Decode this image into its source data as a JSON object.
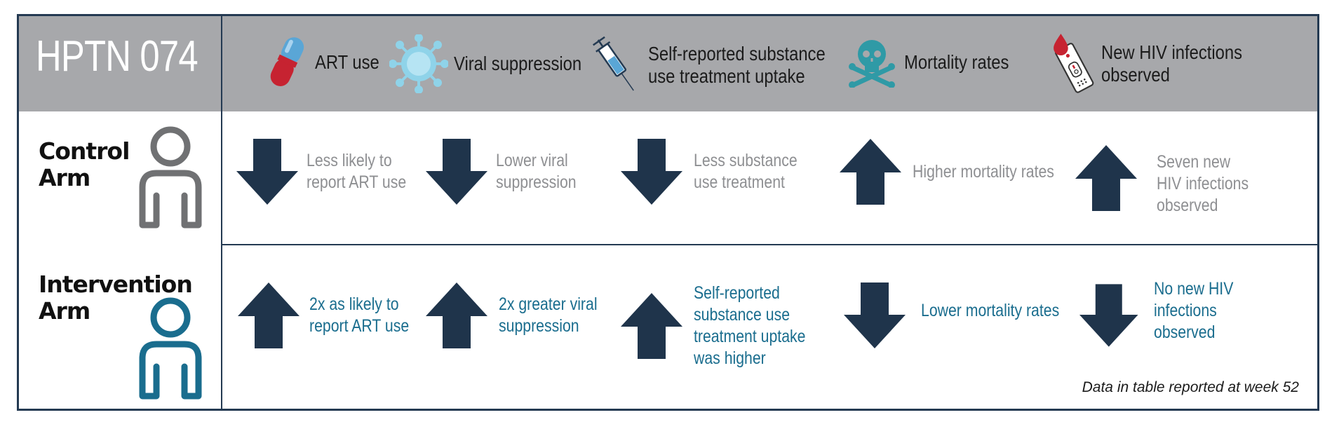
{
  "title": "HPTN 074",
  "headers": [
    {
      "label": "ART use",
      "icon": "pill-capsule-icon"
    },
    {
      "label": "Viral suppression",
      "icon": "virus-icon"
    },
    {
      "label": "Self-reported substance\nuse treatment uptake",
      "icon": "syringe-icon"
    },
    {
      "label": "Mortality rates",
      "icon": "skull-crossbones-icon"
    },
    {
      "label": "New HIV infections observed",
      "icon": "blood-test-kit-icon"
    }
  ],
  "control": {
    "label": "Control\nArm",
    "icon": "person-icon",
    "color": "#707173",
    "cells": [
      {
        "direction": "down",
        "text": "Less  likely to\nreport ART use"
      },
      {
        "direction": "down",
        "text": "Lower viral\nsuppression"
      },
      {
        "direction": "down",
        "text": "Less substance\nuse treatment"
      },
      {
        "direction": "up",
        "text": "Higher mortality rates"
      },
      {
        "direction": "up",
        "text": "Seven new\nHIV infections\nobserved"
      }
    ]
  },
  "intervention": {
    "label": "Intervention\nArm",
    "icon": "person-icon",
    "color": "#1a6d8e",
    "cells": [
      {
        "direction": "up",
        "text": "2x as likely to\nreport ART use"
      },
      {
        "direction": "up",
        "text": "2x greater viral\nsuppression"
      },
      {
        "direction": "up",
        "text": "Self-reported\nsubstance use\ntreatment uptake\nwas higher"
      },
      {
        "direction": "down",
        "text": "Lower mortality rates"
      },
      {
        "direction": "down",
        "text": "No new HIV infections\nobserved"
      }
    ]
  },
  "footnote": "Data in table reported at week 52",
  "colors": {
    "border": "#243a52",
    "header_bg": "#a7a8ab",
    "arrow": "#1f344b",
    "teal": "#2f9aa6",
    "red": "#c62331",
    "light_blue": "#8fd3e9"
  }
}
